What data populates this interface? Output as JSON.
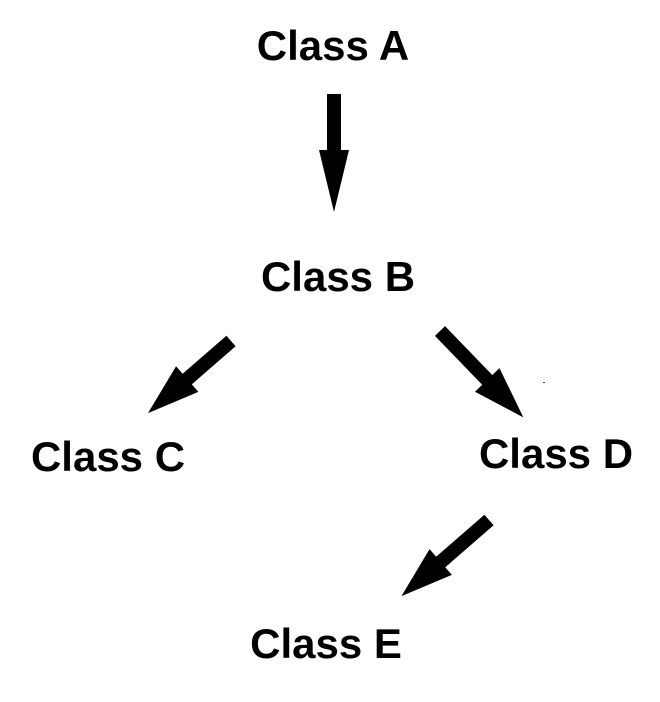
{
  "diagram": {
    "nodes": [
      {
        "id": "a",
        "label": "Class A"
      },
      {
        "id": "b",
        "label": "Class B"
      },
      {
        "id": "c",
        "label": "Class C"
      },
      {
        "id": "d",
        "label": "Class D"
      },
      {
        "id": "e",
        "label": "Class E"
      }
    ],
    "edges": [
      {
        "from": "Class A",
        "to": "Class B"
      },
      {
        "from": "Class B",
        "to": "Class C"
      },
      {
        "from": "Class B",
        "to": "Class D"
      },
      {
        "from": "Class D",
        "to": "Class E"
      }
    ]
  },
  "colors": {
    "ink": "#000000",
    "background": "#ffffff"
  }
}
